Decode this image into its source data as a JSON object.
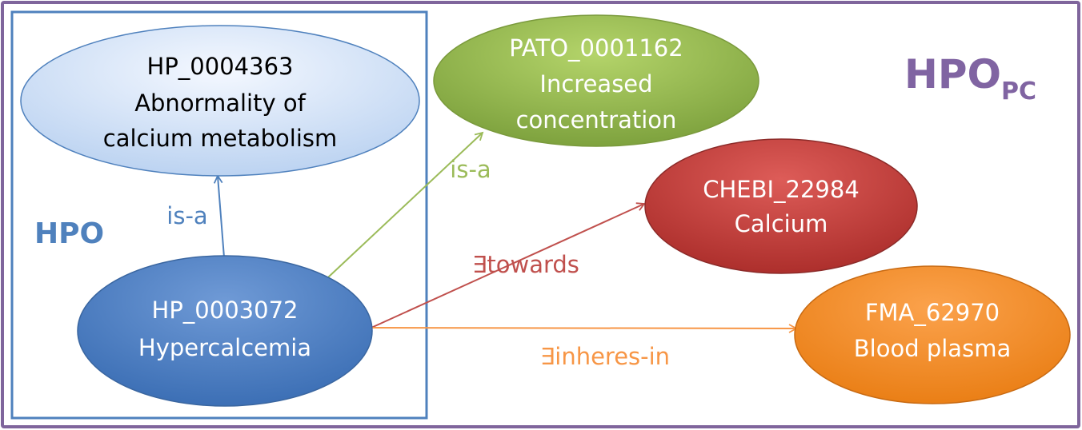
{
  "colors": {
    "outer_frame": "#7f659c",
    "inner_frame": "#4f81bd",
    "hpo_title": "#4f81bd",
    "hpopc_title": "#8064a2",
    "isa_blue": "#4f81bd",
    "isa_green": "#9bbb59",
    "towards": "#c0504d",
    "inheres": "#f79646"
  },
  "frames": {
    "outer": {
      "title_main": "HPO",
      "title_sub": "PC"
    },
    "inner": {
      "title": "HPO"
    }
  },
  "nodes": {
    "hp_0004363": {
      "id": "HP_0004363",
      "line2": "Abnormality of",
      "line3": "calcium metabolism"
    },
    "hp_0003072": {
      "id": "HP_0003072",
      "line2": "Hypercalcemia"
    },
    "pato_0001162": {
      "id": "PATO_0001162",
      "line2": "Increased",
      "line3": "concentration"
    },
    "chebi_22984": {
      "id": "CHEBI_22984",
      "line2": "Calcium"
    },
    "fma_62970": {
      "id": "FMA_62970",
      "line2": "Blood plasma"
    }
  },
  "edges": {
    "isa_hpo": {
      "label": "is-a"
    },
    "isa_pato": {
      "label": "is-a"
    },
    "towards": {
      "label": "∃towards"
    },
    "inheres_in": {
      "label": "∃inheres-in"
    }
  }
}
